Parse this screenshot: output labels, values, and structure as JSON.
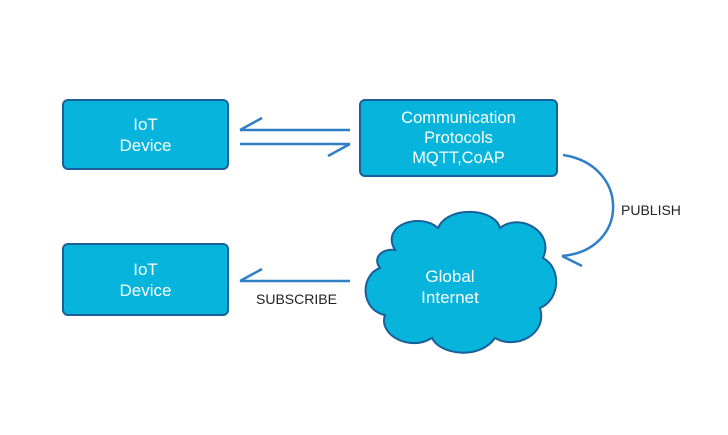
{
  "nodes": {
    "iot_top": {
      "line1": "IoT",
      "line2": "Device"
    },
    "iot_bottom": {
      "line1": "IoT",
      "line2": "Device"
    },
    "comm": {
      "line1": "Communication",
      "line2": "Protocols",
      "line3": "MQTT,CoAP"
    },
    "cloud": {
      "line1": "Global",
      "line2": "Internet"
    }
  },
  "edges": {
    "publish_label": "PUBLISH",
    "subscribe_label": "SUBSCRIBE"
  },
  "colors": {
    "box_fill": "#06b4dc",
    "box_border": "#1a5f99",
    "arrow": "#2f7fc6"
  }
}
